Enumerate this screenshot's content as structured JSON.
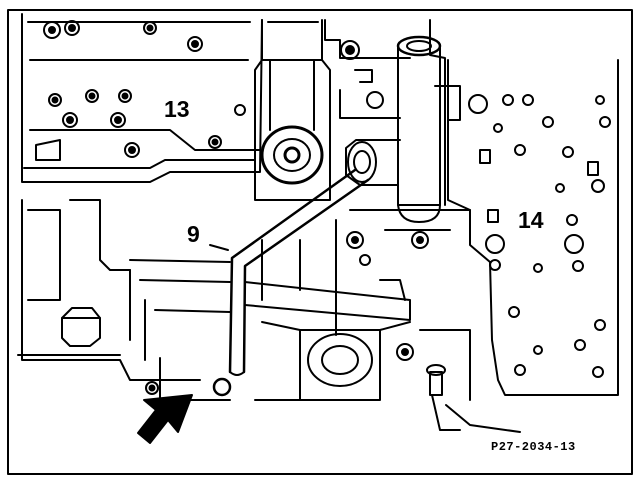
{
  "labels": {
    "part_13": "13",
    "part_14": "14",
    "part_9": "9",
    "reference": "P27-2034-13"
  },
  "colors": {
    "ink": "#000000",
    "paper": "#ffffff"
  },
  "icons": {
    "pointer": "arrow-icon"
  }
}
